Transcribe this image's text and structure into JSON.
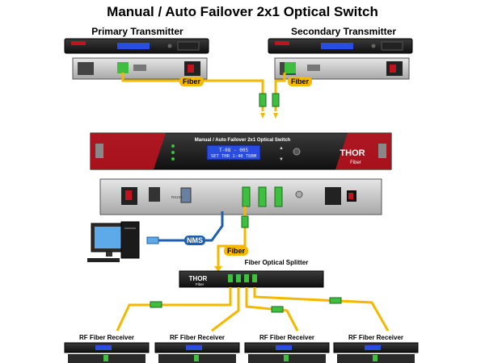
{
  "title": "Manual / Auto Failover 2x1 Optical Switch",
  "primary": {
    "label": "Primary Transmitter",
    "fiber": "Fiber"
  },
  "secondary": {
    "label": "Secondary Transmitter",
    "fiber": "Fiber"
  },
  "switch": {
    "front_label": "Manual / Auto Failover 2x1 Optical Switch",
    "lcd_line1": "T-08 - 005",
    "lcd_line2": "SET THR 1-40 TDBM",
    "brand": "THOR",
    "brand_sub": "Fiber",
    "rear_label": "RS232"
  },
  "nms_label": "NMS",
  "fiber_to_splitter": "Fiber",
  "splitter": {
    "label": "Fiber Optical Splitter",
    "brand": "THOR",
    "brand_sub": "Fiber"
  },
  "receivers": [
    {
      "label": "RF Fiber Receiver"
    },
    {
      "label": "RF Fiber Receiver"
    },
    {
      "label": "RF Fiber Receiver"
    },
    {
      "label": "RF Fiber Receiver"
    }
  ],
  "colors": {
    "fiber": "#f5b800",
    "nms_cable": "#1f5fae",
    "panel_dark": "#1a1a1a",
    "panel_silver": "#c9c9c9",
    "lcd": "#2a4de0",
    "brand_red": "#c1121f",
    "connector_green": "#3fbf3f"
  }
}
